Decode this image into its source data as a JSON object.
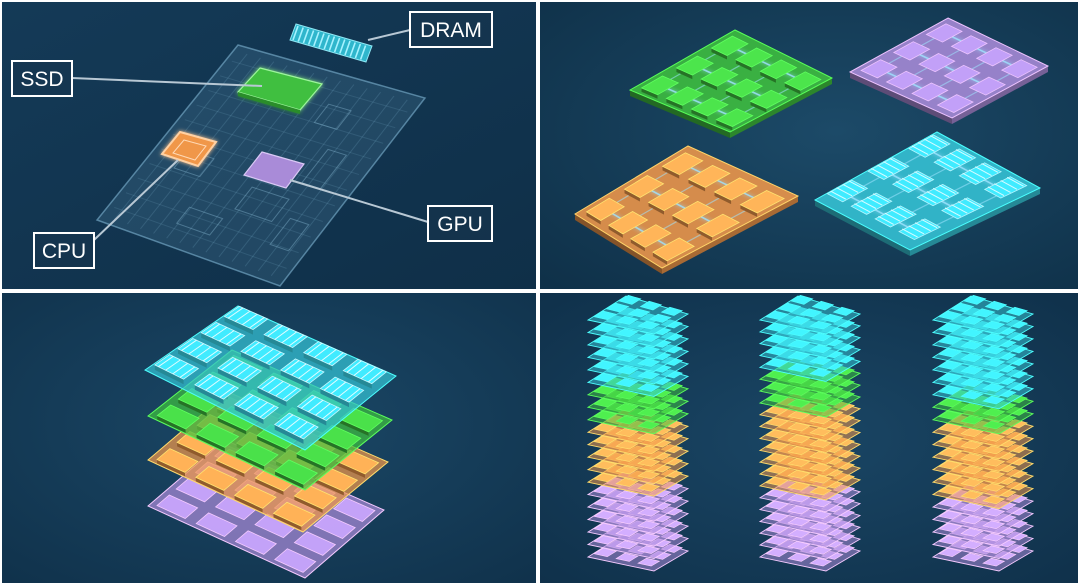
{
  "figure": {
    "labels": {
      "dram": "DRAM",
      "ssd": "SSD",
      "cpu": "CPU",
      "gpu": "GPU"
    }
  },
  "colors": {
    "background": "#12334f",
    "background_light": "#1d4866",
    "board": "#6fa4c4",
    "ssd": "#3fbf3f",
    "cpu": "#f0974a",
    "gpu": "#a98bd8",
    "dram": "#35c4d6",
    "interconnect": "#9fe3ff",
    "label_border": "#ffffff"
  },
  "panels": [
    {
      "id": "board",
      "component": "motherboard with discrete chips"
    },
    {
      "id": "tiles",
      "component": "four separate chip tiles"
    },
    {
      "id": "layers",
      "component": "stacked layers"
    },
    {
      "id": "towers",
      "component": "three monolithic stacks"
    }
  ],
  "towers": [
    {
      "cyan": 6,
      "green": 3,
      "orange": 5,
      "purple": 6
    },
    {
      "cyan": 5,
      "green": 3,
      "orange": 7,
      "purple": 6
    },
    {
      "cyan": 7,
      "green": 2,
      "orange": 6,
      "purple": 5
    }
  ]
}
